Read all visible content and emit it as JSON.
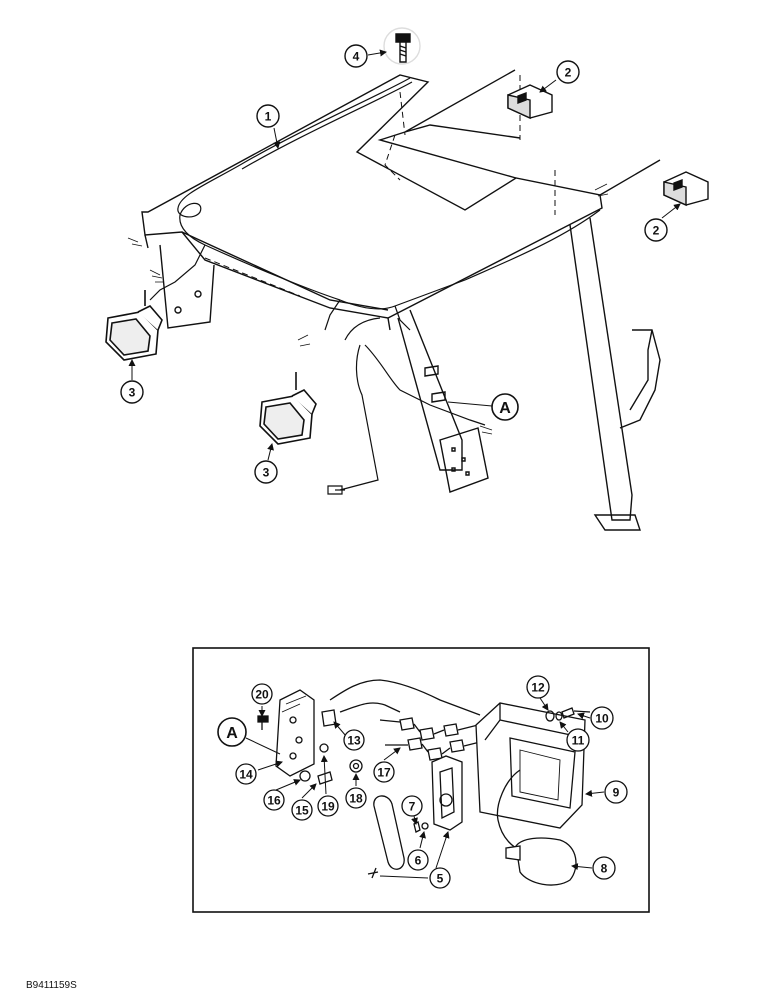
{
  "figure_code": "B9411159S",
  "callouts": {
    "c1": "1",
    "c2a": "2",
    "c2b": "2",
    "c3a": "3",
    "c3b": "3",
    "c4": "4",
    "c5": "5",
    "c6": "6",
    "c7": "7",
    "c8": "8",
    "c9": "9",
    "c10": "10",
    "c11": "11",
    "c12": "12",
    "c13": "13",
    "c14": "14",
    "c15": "15",
    "c16": "16",
    "c17": "17",
    "c18": "18",
    "c19": "19",
    "c20": "20"
  },
  "detail_refs": {
    "main": "A",
    "inset": "A"
  }
}
